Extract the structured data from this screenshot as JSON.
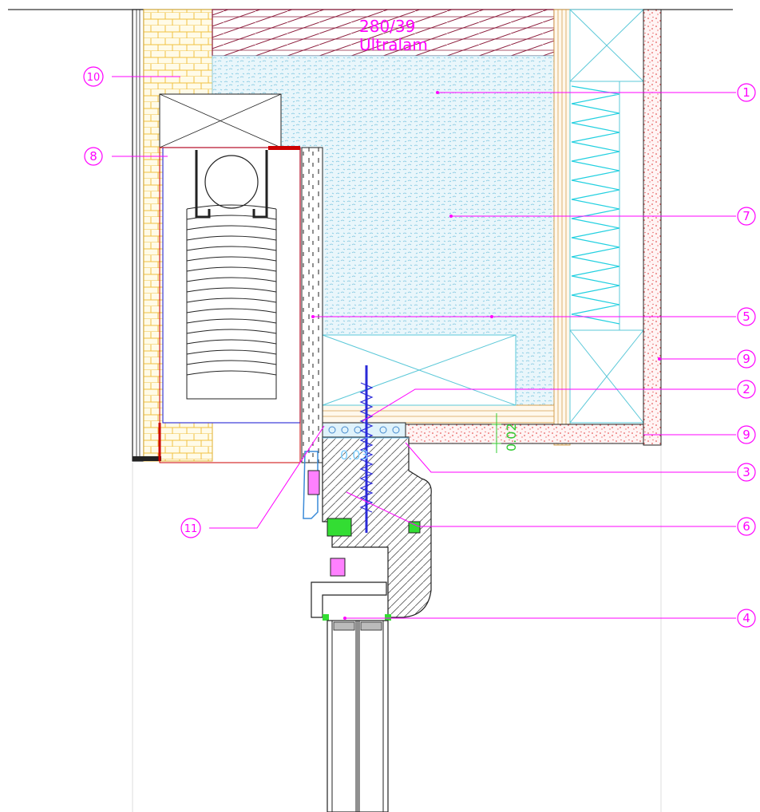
{
  "beam_label": {
    "size": "280/39",
    "material": "Ultralam"
  },
  "dimensions": {
    "horizontal": "0.03",
    "vertical": "0.02"
  },
  "callouts_right": [
    "1",
    "7",
    "5",
    "9",
    "2",
    "9",
    "3",
    "6",
    "4"
  ],
  "callouts_left": [
    "10",
    "8",
    "11"
  ],
  "colors": {
    "callout": "#ff00ff",
    "insulation": "#6ec6e6",
    "brick": "#e8d27a",
    "plaster": "#ff3030",
    "timber": "#8b1a3a",
    "profile": "#00cc44"
  }
}
